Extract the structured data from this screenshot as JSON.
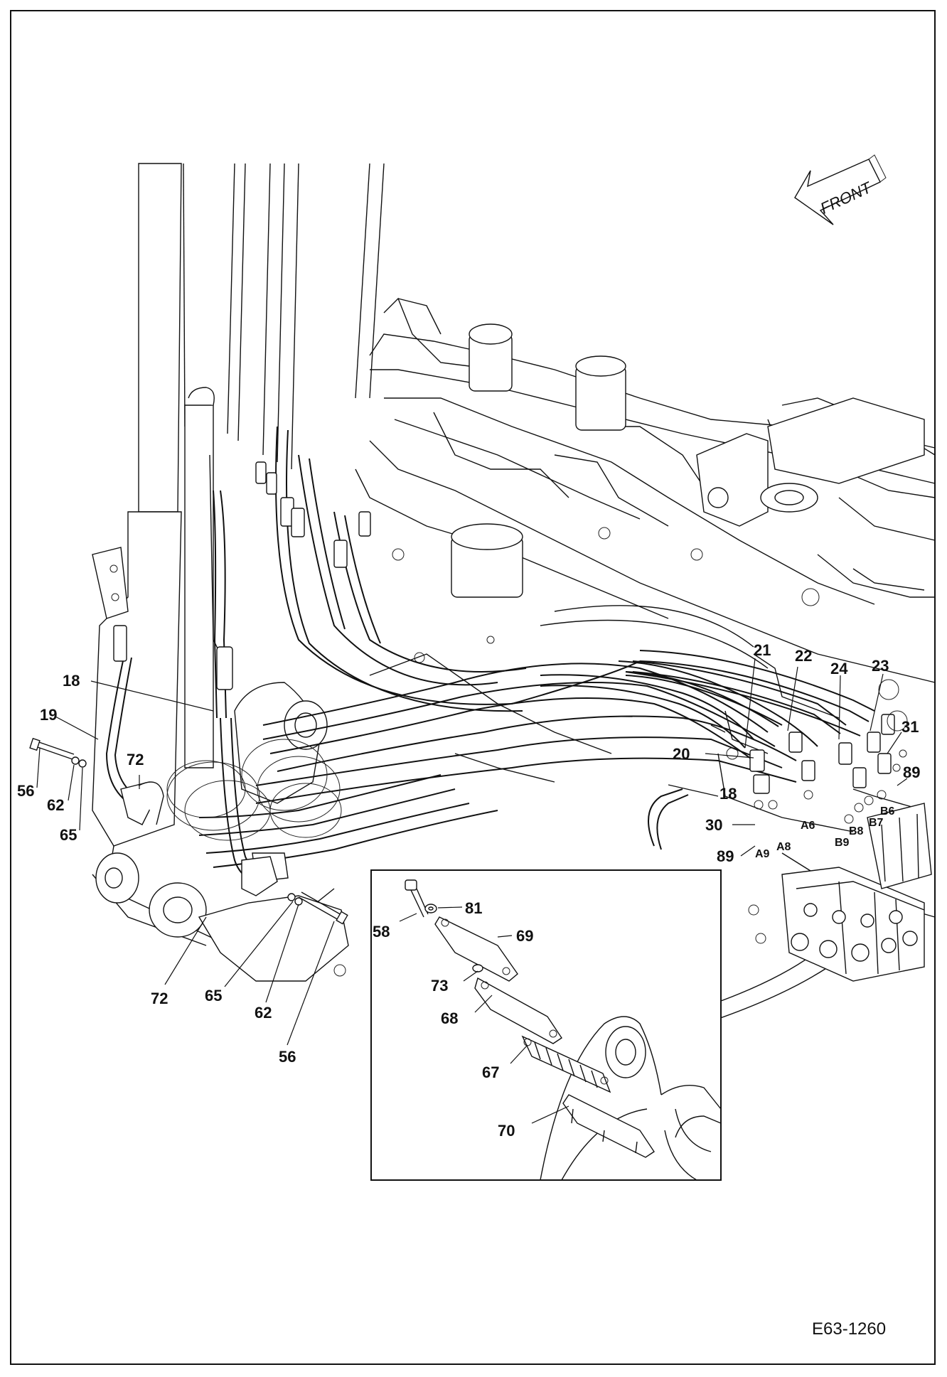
{
  "figure_id": "E63-1260",
  "orientation_label": "FRONT",
  "main_view": {
    "callouts": [
      {
        "id": "c-18a",
        "text": "18"
      },
      {
        "id": "c-19",
        "text": "19"
      },
      {
        "id": "c-56a",
        "text": "56"
      },
      {
        "id": "c-62a",
        "text": "62"
      },
      {
        "id": "c-65a",
        "text": "65"
      },
      {
        "id": "c-72a",
        "text": "72"
      },
      {
        "id": "c-72b",
        "text": "72"
      },
      {
        "id": "c-65b",
        "text": "65"
      },
      {
        "id": "c-62b",
        "text": "62"
      },
      {
        "id": "c-56b",
        "text": "56"
      },
      {
        "id": "c-21",
        "text": "21"
      },
      {
        "id": "c-22",
        "text": "22"
      },
      {
        "id": "c-24",
        "text": "24"
      },
      {
        "id": "c-23",
        "text": "23"
      },
      {
        "id": "c-31",
        "text": "31"
      },
      {
        "id": "c-20",
        "text": "20"
      },
      {
        "id": "c-89a",
        "text": "89"
      },
      {
        "id": "c-18b",
        "text": "18"
      },
      {
        "id": "c-30",
        "text": "30"
      },
      {
        "id": "c-89b",
        "text": "89"
      }
    ],
    "port_labels": [
      "A6",
      "A9",
      "A8",
      "B9",
      "B8",
      "B7",
      "B6"
    ]
  },
  "detail_view": {
    "callouts": [
      {
        "id": "d-81",
        "text": "81"
      },
      {
        "id": "d-58",
        "text": "58"
      },
      {
        "id": "d-69",
        "text": "69"
      },
      {
        "id": "d-73",
        "text": "73"
      },
      {
        "id": "d-68",
        "text": "68"
      },
      {
        "id": "d-67",
        "text": "67"
      },
      {
        "id": "d-70",
        "text": "70"
      }
    ]
  }
}
